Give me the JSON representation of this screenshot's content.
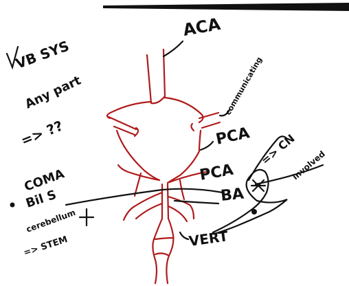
{
  "labels": {
    "aca": "ACA",
    "communicating": "communicating",
    "pca_upper": "PCA",
    "pca_lower": "PCA",
    "ba": "BA",
    "vert": "VERT",
    "system": "VB SYS",
    "any_part": "Any part",
    "arrow_note": "=> ??",
    "coma": "COMA",
    "bil": "Bil S",
    "cerebellum": "cerebellum",
    "stem": "=> STEM",
    "cn": "=> CN",
    "involved": "involved"
  },
  "colors": {
    "artery": "#b01a1a",
    "ink": "#111111",
    "background": "#ffffff"
  }
}
